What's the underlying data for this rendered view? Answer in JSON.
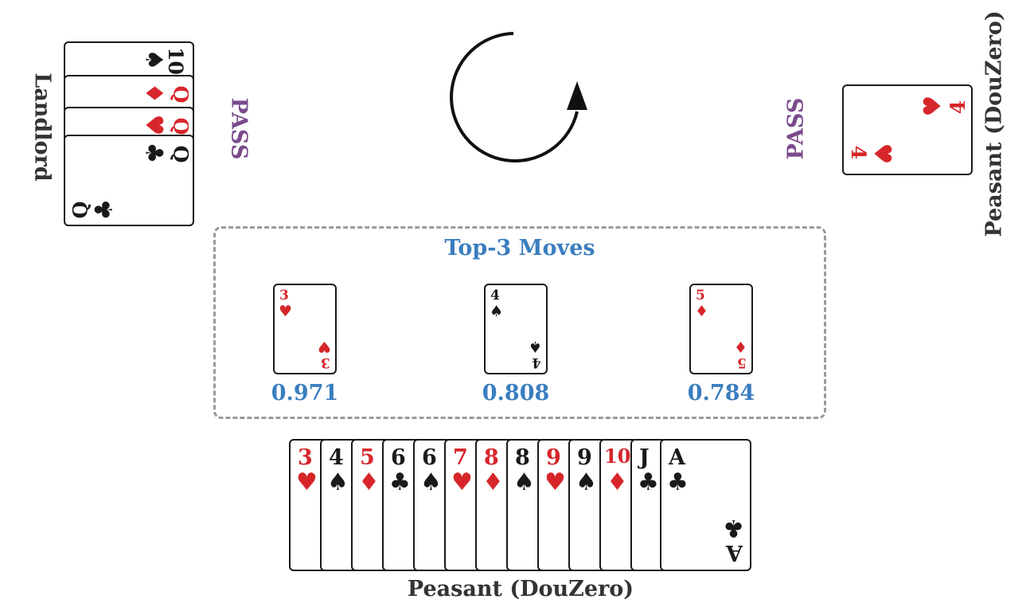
{
  "landlord": {
    "label": "Landlord",
    "status": "PASS",
    "cards": [
      {
        "rank": "10",
        "suit": "♠",
        "color": "black"
      },
      {
        "rank": "Q",
        "suit": "♦",
        "color": "red"
      },
      {
        "rank": "Q",
        "suit": "♥",
        "color": "red"
      },
      {
        "rank": "Q",
        "suit": "♣",
        "color": "black"
      }
    ]
  },
  "right_peasant": {
    "label": "Peasant (DouZero)",
    "status": "PASS",
    "played_card": {
      "rank": "4",
      "suit": "♥",
      "color": "red"
    }
  },
  "top_moves": {
    "title": "Top-3 Moves",
    "moves": [
      {
        "rank": "3",
        "suit": "♥",
        "color": "red",
        "score": "0.971"
      },
      {
        "rank": "4",
        "suit": "♠",
        "color": "black",
        "score": "0.808"
      },
      {
        "rank": "5",
        "suit": "♦",
        "color": "red",
        "score": "0.784"
      }
    ]
  },
  "bottom_peasant": {
    "label": "Peasant (DouZero)",
    "hand": [
      {
        "rank": "3",
        "suit": "♥",
        "color": "red"
      },
      {
        "rank": "4",
        "suit": "♠",
        "color": "black"
      },
      {
        "rank": "5",
        "suit": "♦",
        "color": "red"
      },
      {
        "rank": "6",
        "suit": "♣",
        "color": "black"
      },
      {
        "rank": "6",
        "suit": "♠",
        "color": "black"
      },
      {
        "rank": "7",
        "suit": "♥",
        "color": "red"
      },
      {
        "rank": "8",
        "suit": "♦",
        "color": "red"
      },
      {
        "rank": "8",
        "suit": "♠",
        "color": "black"
      },
      {
        "rank": "9",
        "suit": "♥",
        "color": "red"
      },
      {
        "rank": "9",
        "suit": "♠",
        "color": "black"
      },
      {
        "rank": "10",
        "suit": "♦",
        "color": "red"
      },
      {
        "rank": "J",
        "suit": "♣",
        "color": "black"
      },
      {
        "rank": "A",
        "suit": "♣",
        "color": "black"
      }
    ]
  },
  "colors": {
    "red": "#d6262b",
    "black": "#1a1a1a",
    "accent": "#3a7ebf",
    "pass": "#7a4a8c"
  },
  "icons": {
    "turn_indicator": "clockwise-arrow-icon"
  }
}
